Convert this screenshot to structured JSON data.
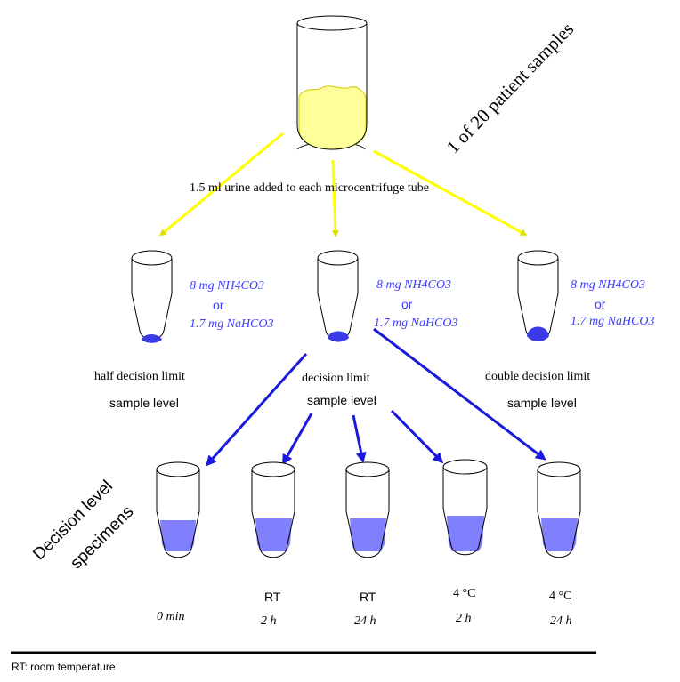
{
  "title": "1 of 20 patient samples",
  "instruction": "1.5 ml urine added to each microcentrifuge tube",
  "reagent": {
    "line1": "8 mg NH4CO3",
    "or": "or",
    "line2": "1.7 mg NaHCO3"
  },
  "levels": [
    {
      "name": "half decision limit",
      "sub": "sample level"
    },
    {
      "name": "decision limit",
      "sub": "sample level"
    },
    {
      "name": "double decision limit",
      "sub": "sample level"
    }
  ],
  "specimens_label": [
    "Decision level",
    "specimens"
  ],
  "conditions": [
    {
      "top": "",
      "bottom": "0 min"
    },
    {
      "top": "RT",
      "bottom": "2 h"
    },
    {
      "top": "RT",
      "bottom": "24 h"
    },
    {
      "top": "4 °C",
      "bottom": "2 h"
    },
    {
      "top": "4 °C",
      "bottom": "24 h"
    }
  ],
  "footnote": "RT: room temperature",
  "colors": {
    "urine": "#ffff99",
    "yellow_arrow": "#ffff00",
    "blue": "#1a1adc",
    "liquid": "#8080ff"
  }
}
